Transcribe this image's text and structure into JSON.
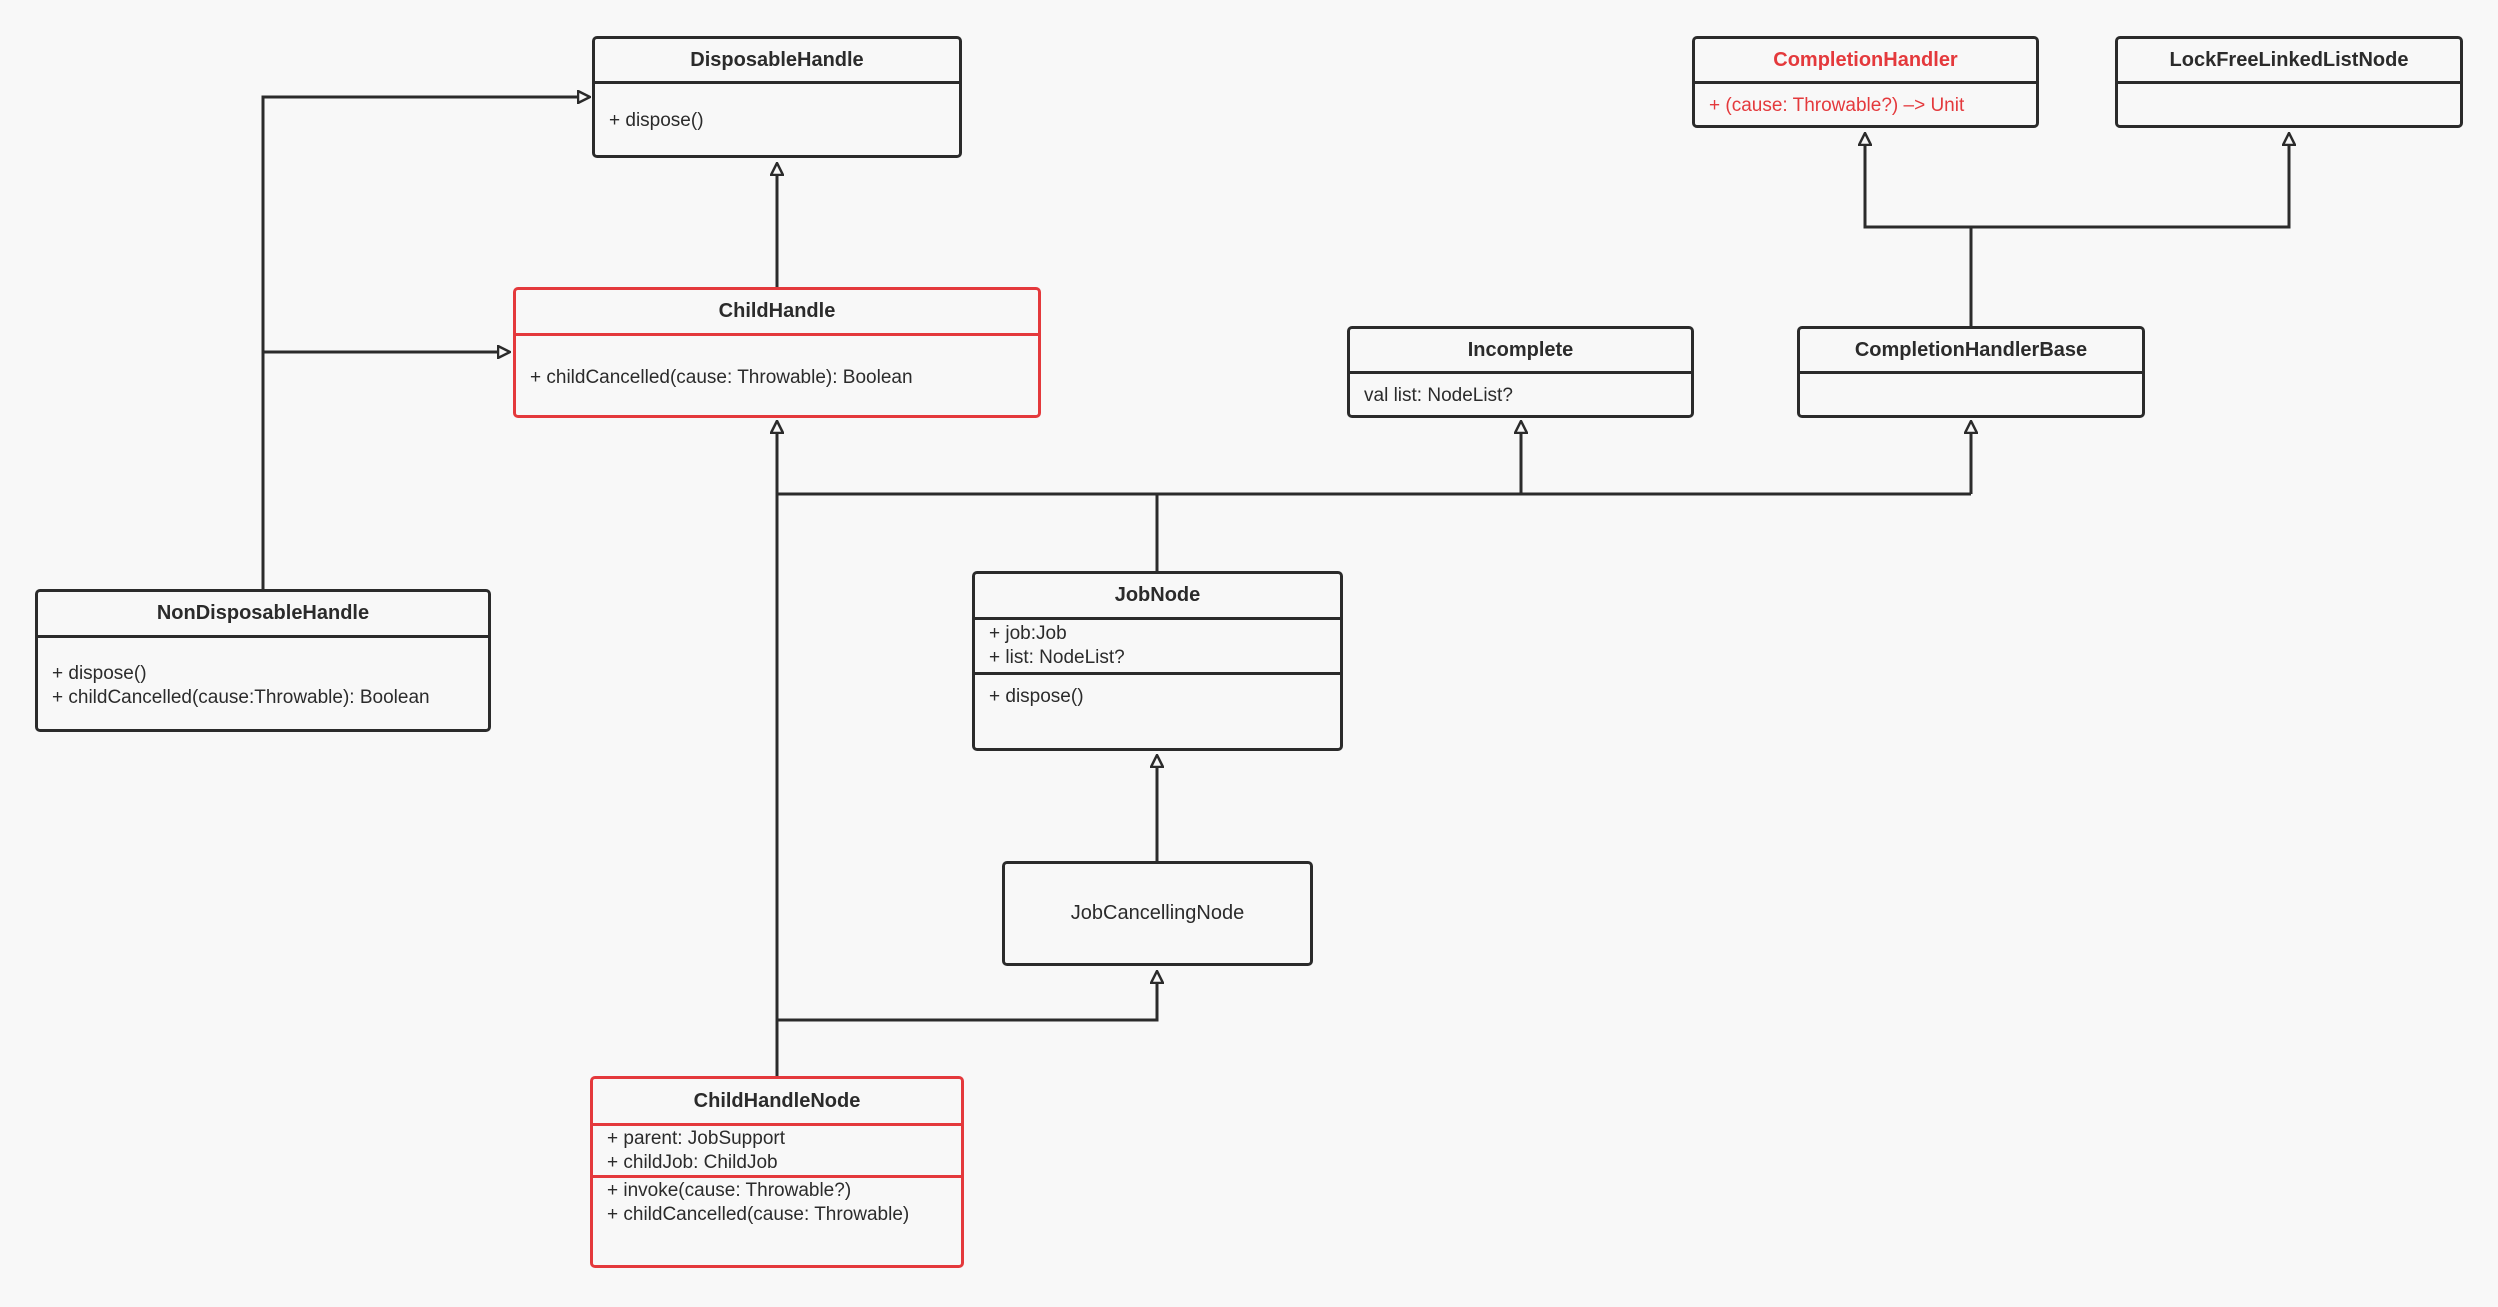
{
  "classes": {
    "disposable_handle": {
      "name": "DisposableHandle",
      "members": [
        "+ dispose()"
      ]
    },
    "child_handle": {
      "name": "ChildHandle",
      "members": [
        "+ childCancelled(cause: Throwable): Boolean"
      ]
    },
    "non_disposable_handle": {
      "name": "NonDisposableHandle",
      "members": [
        "+ dispose()",
        "+ childCancelled(cause:Throwable): Boolean"
      ]
    },
    "completion_handler": {
      "name": "CompletionHandler",
      "members": [
        "+ (cause: Throwable?) –> Unit"
      ]
    },
    "lock_free_linked_list_node": {
      "name": "LockFreeLinkedListNode"
    },
    "incomplete": {
      "name": "Incomplete",
      "members": [
        "val list: NodeList?"
      ]
    },
    "completion_handler_base": {
      "name": "CompletionHandlerBase"
    },
    "job_node": {
      "name": "JobNode",
      "fields": [
        "+ job:Job",
        "+ list: NodeList?"
      ],
      "methods": [
        "+ dispose()"
      ]
    },
    "job_cancelling_node": {
      "name": "JobCancellingNode"
    },
    "child_handle_node": {
      "name": "ChildHandleNode",
      "fields": [
        "+ parent: JobSupport",
        "+ childJob: ChildJob"
      ],
      "methods": [
        "+ invoke(cause: Throwable?)",
        "+ childCancelled(cause: Throwable)"
      ]
    }
  },
  "colors": {
    "line": "#2b2b2b",
    "highlight": "#e4393c",
    "background": "#f8f8f8"
  }
}
